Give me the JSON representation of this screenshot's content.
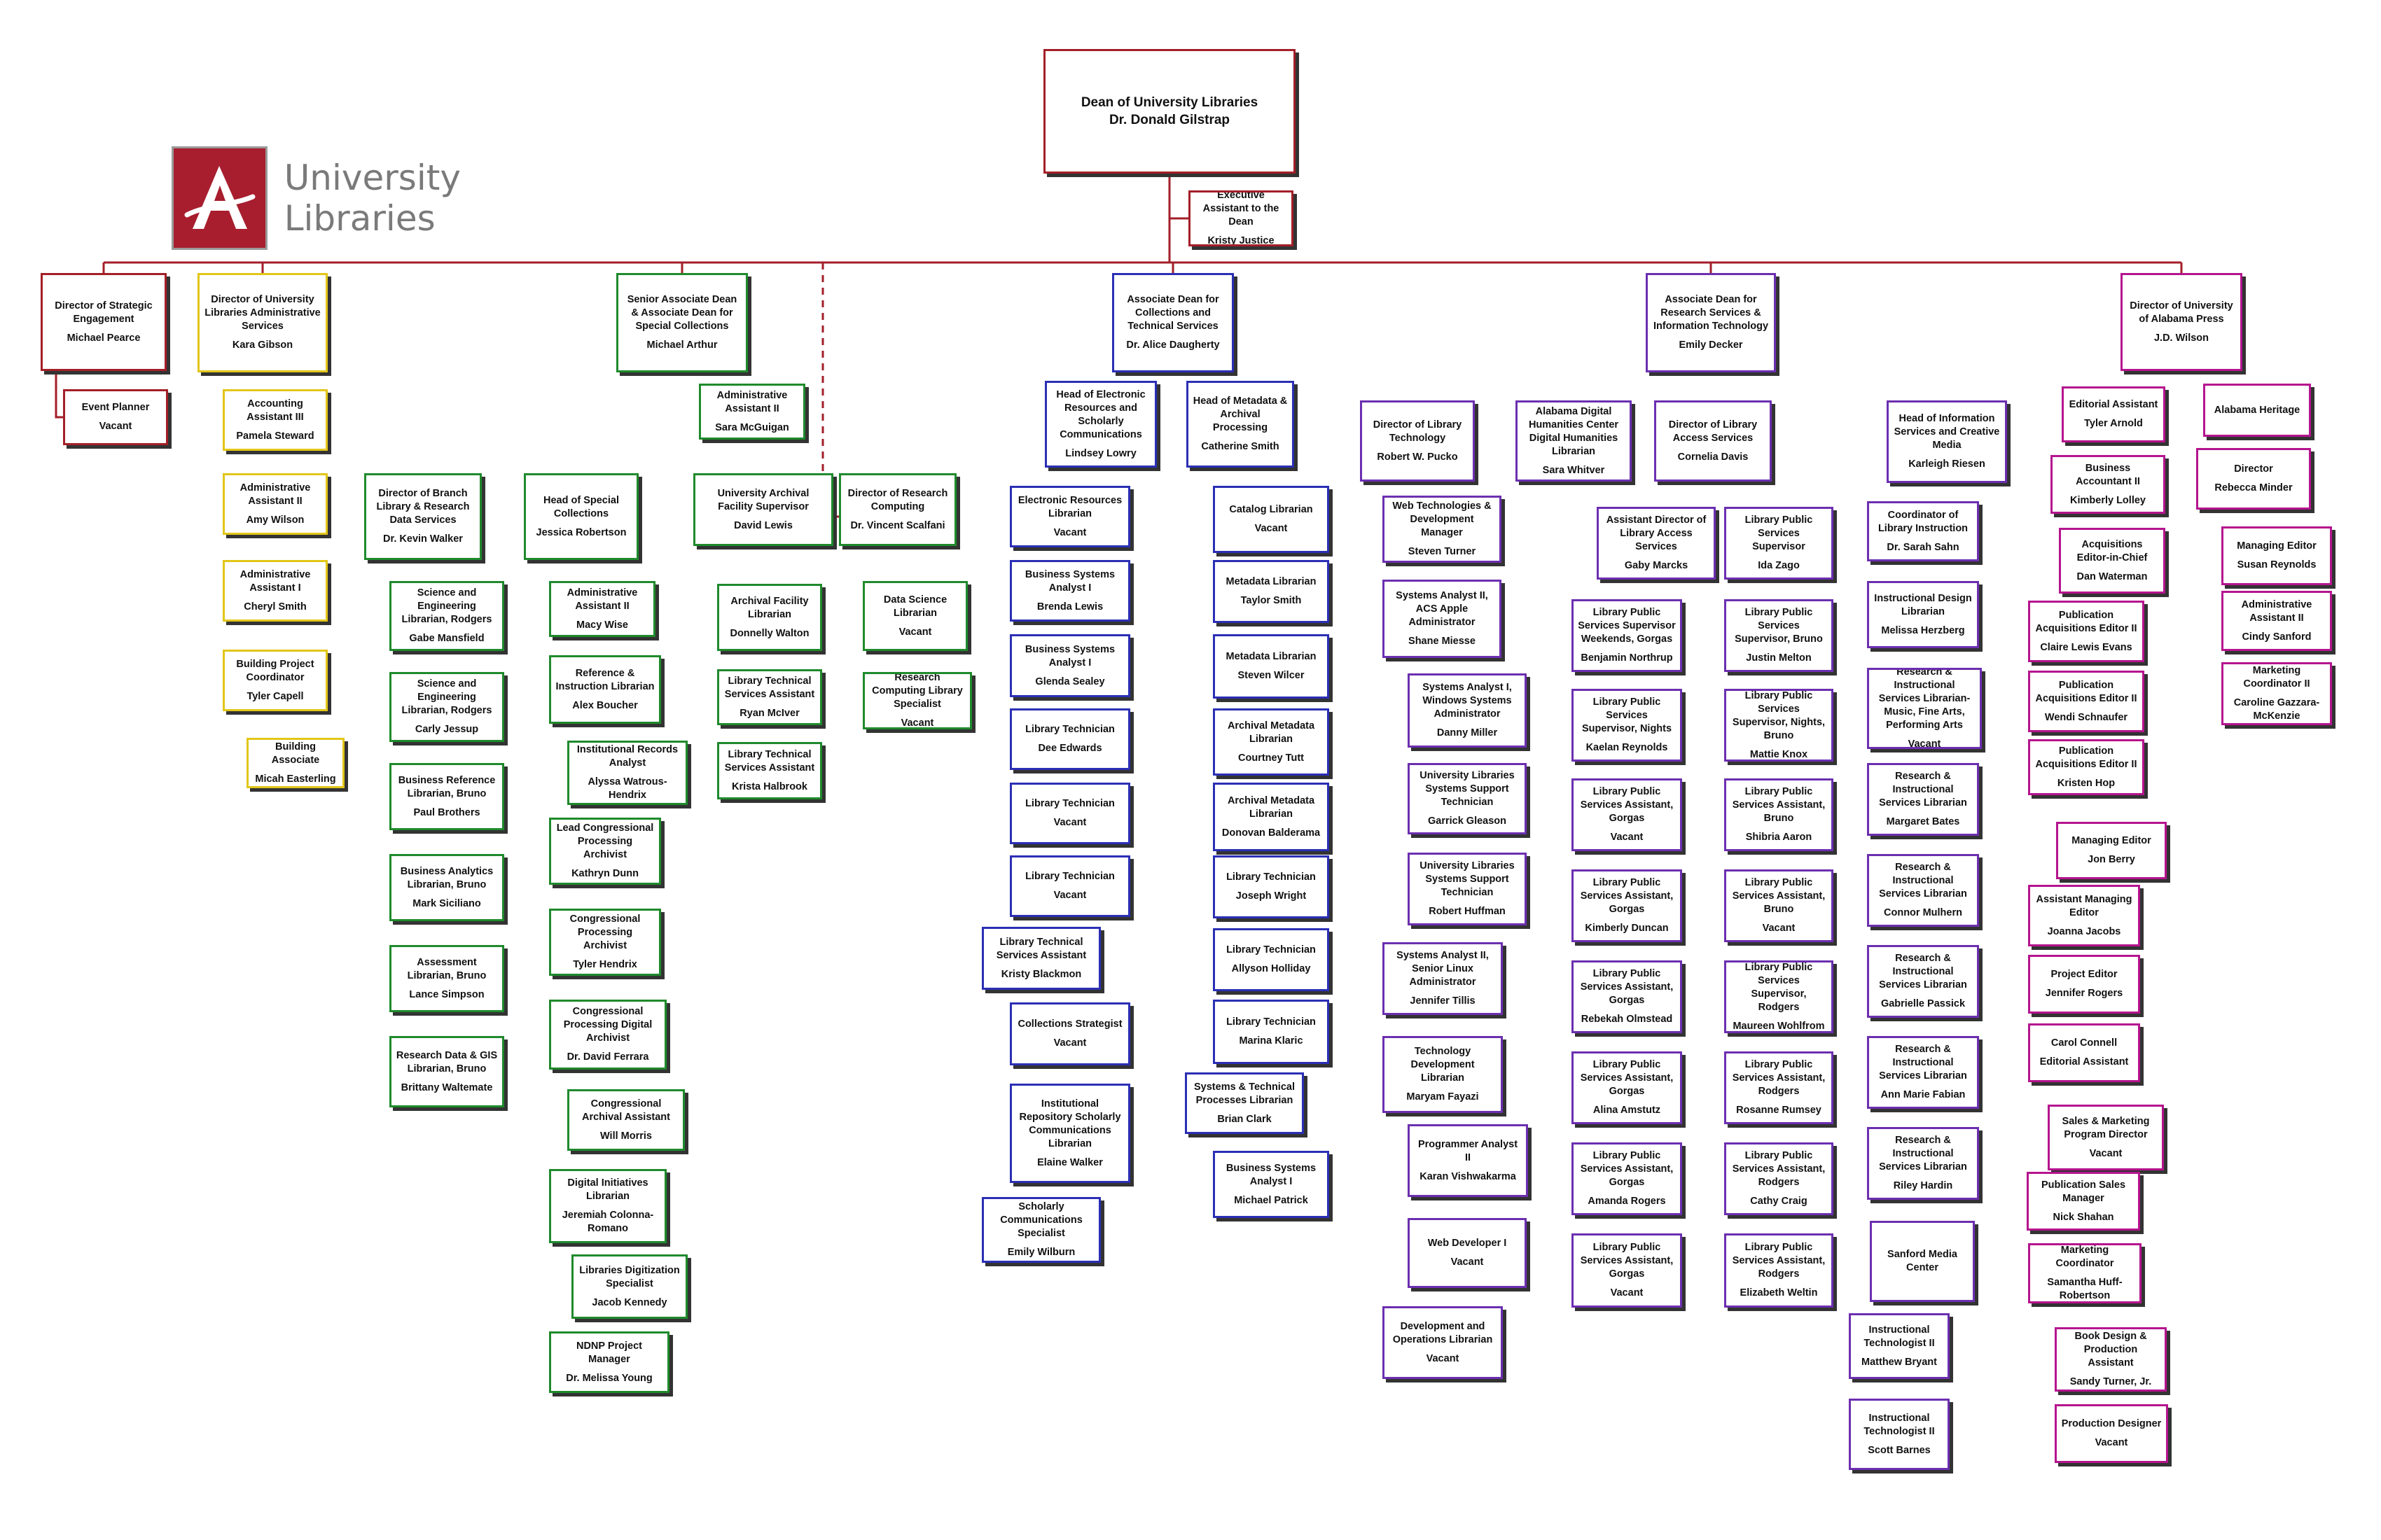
{
  "logo": {
    "text": "University Libraries",
    "icon": "script-a-logo-icon",
    "color": "#a81e2e"
  },
  "colors": {
    "red": "#a31f28",
    "yellow": "#e2c619",
    "green": "#1f8a2c",
    "blue": "#2b2fb4",
    "purple": "#6c2fb0",
    "magenta": "#b5148e"
  },
  "nodes": {
    "dean": {
      "title": "Dean of University Libraries",
      "name": "Dr. Donald Gilstrap"
    },
    "exec_asst": {
      "title": "Executive Assistant to the Dean",
      "name": "Kristy Justice"
    },
    "strat": {
      "title": "Director of Strategic Engagement",
      "name": "Michael Pearce"
    },
    "event": {
      "title": "Event Planner",
      "name": "Vacant"
    },
    "admin_dir": {
      "title": "Director of University Libraries Administrative Services",
      "name": "Kara Gibson"
    },
    "acct3": {
      "title": "Accounting Assistant III",
      "name": "Pamela Steward"
    },
    "aa2_amy": {
      "title": "Administrative Assistant II",
      "name": "Amy Wilson"
    },
    "aa1_cheryl": {
      "title": "Administrative Assistant I",
      "name": "Cheryl Smith"
    },
    "bpc": {
      "title": "Building Project Coordinator",
      "name": "Tyler Capell"
    },
    "bassoc": {
      "title": "Building Associate",
      "name": "Micah Easterling"
    },
    "sad": {
      "title": "Senior Associate Dean & Associate Dean for Special Collections",
      "name": "Michael Arthur"
    },
    "aa2_sara": {
      "title": "Administrative Assistant II",
      "name": "Sara McGuigan"
    },
    "branch": {
      "title": "Director of Branch Library & Research Data Services",
      "name": "Dr. Kevin Walker"
    },
    "sci1": {
      "title": "Science and Engineering Librarian, Rodgers",
      "name": "Gabe Mansfield"
    },
    "sci2": {
      "title": "Science and Engineering Librarian, Rodgers",
      "name": "Carly Jessup"
    },
    "bizref": {
      "title": "Business Reference Librarian, Bruno",
      "name": "Paul Brothers"
    },
    "bizanal": {
      "title": "Business Analytics Librarian, Bruno",
      "name": "Mark Siciliano"
    },
    "assess": {
      "title": "Assessment Librarian, Bruno",
      "name": "Lance Simpson"
    },
    "rdgis": {
      "title": "Research Data & GIS Librarian, Bruno",
      "name": "Brittany Waltemate"
    },
    "spcol": {
      "title": "Head of Special Collections",
      "name": "Jessica Robertson"
    },
    "aa2_macy": {
      "title": "Administrative Assistant II",
      "name": "Macy Wise"
    },
    "refinst": {
      "title": "Reference & Instruction Librarian",
      "name": "Alex Boucher"
    },
    "inst_rec": {
      "title": "Institutional Records Analyst",
      "name": "Alyssa Watrous-Hendrix"
    },
    "lead_cong": {
      "title": "Lead Congressional Processing Archivist",
      "name": "Kathryn Dunn"
    },
    "cong_proc": {
      "title": "Congressional Processing Archivist",
      "name": "Tyler Hendrix"
    },
    "cong_dig": {
      "title": "Congressional Processing Digital Archivist",
      "name": "Dr. David Ferrara"
    },
    "cong_asst": {
      "title": "Congressional Archival Assistant",
      "name": "Will Morris"
    },
    "dig_init": {
      "title": "Digital Initiatives Librarian",
      "name": "Jeremiah Colonna-Romano"
    },
    "lib_dig": {
      "title": "Libraries Digitization Specialist",
      "name": "Jacob Kennedy"
    },
    "ndnp": {
      "title": "NDNP Project Manager",
      "name": "Dr. Melissa Young"
    },
    "uaf": {
      "title": "University Archival Facility Supervisor",
      "name": "David Lewis"
    },
    "af_lib": {
      "title": "Archival Facility Librarian",
      "name": "Donnelly Walton"
    },
    "lts_ryan": {
      "title": "Library Technical Services Assistant",
      "name": "Ryan McIver"
    },
    "lts_krista": {
      "title": "Library Technical Services Assistant",
      "name": "Krista Halbrook"
    },
    "rescomp": {
      "title": "Director of Research Computing",
      "name": "Dr. Vincent Scalfani"
    },
    "dsl": {
      "title": "Data Science Librarian",
      "name": "Vacant"
    },
    "rcls": {
      "title": "Research Computing Library Specialist",
      "name": "Vacant"
    },
    "ad_col": {
      "title": "Associate Dean for Collections and Technical Services",
      "name": "Dr. Alice Daugherty"
    },
    "head_er": {
      "title": "Head of Electronic Resources and Scholarly Communications",
      "name": "Lindsey Lowry"
    },
    "er_lib": {
      "title": "Electronic Resources Librarian",
      "name": "Vacant"
    },
    "bsa_brenda": {
      "title": "Business Systems Analyst I",
      "name": "Brenda Lewis"
    },
    "bsa_glenda": {
      "title": "Business Systems Analyst I",
      "name": "Glenda Sealey"
    },
    "lt_dee": {
      "title": "Library Technician",
      "name": "Dee Edwards"
    },
    "lt_v1": {
      "title": "Library Technician",
      "name": "Vacant"
    },
    "lt_v2": {
      "title": "Library Technician",
      "name": "Vacant"
    },
    "ltsa_kristy": {
      "title": "Library Technical Services Assistant",
      "name": "Kristy Blackmon"
    },
    "col_strat": {
      "title": "Collections Strategist",
      "name": "Vacant"
    },
    "irsc": {
      "title": "Institutional Repository Scholarly Communications Librarian",
      "name": "Elaine Walker"
    },
    "scs": {
      "title": "Scholarly Communications Specialist",
      "name": "Emily Wilburn"
    },
    "head_meta": {
      "title": "Head of Metadata & Archival Processing",
      "name": "Catherine Smith"
    },
    "catalog": {
      "title": "Catalog Librarian",
      "name": "Vacant"
    },
    "meta_lib": {
      "title": "Metadata Librarian",
      "name": "Taylor Smith"
    },
    "meta_lib2": {
      "title": "Metadata Librarian",
      "name": "Steven Wilcer"
    },
    "arch_meta1": {
      "title": "Archival Metadata Librarian",
      "name": "Courtney Tutt"
    },
    "arch_meta2": {
      "title": "Archival Metadata Librarian",
      "name": "Donovan Balderama"
    },
    "lt_joseph": {
      "title": "Library Technician",
      "name": "Joseph Wright"
    },
    "lt_allyson": {
      "title": "Library Technician",
      "name": "Allyson Holliday"
    },
    "lt_marina": {
      "title": "Library Technician",
      "name": "Marina Klaric"
    },
    "sys_tech": {
      "title": "Systems & Technical Processes Librarian",
      "name": "Brian Clark"
    },
    "bsa_michael": {
      "title": "Business Systems Analyst I",
      "name": "Michael Patrick"
    },
    "ad_rsit": {
      "title": "Associate Dean for Research Services & Information Technology",
      "name": "Emily Decker"
    },
    "dir_tech": {
      "title": "Director of Library Technology",
      "name": "Robert W. Pucko"
    },
    "webdev_mgr": {
      "title": "Web Technologies & Development Manager",
      "name": "Steven Turner"
    },
    "sa2_acs": {
      "title": "Systems Analyst II, ACS Apple Administrator",
      "name": "Shane Miesse"
    },
    "sa1_win": {
      "title": "Systems Analyst I, Windows Systems Administrator",
      "name": "Danny Miller"
    },
    "ulst1": {
      "title": "University Libraries Systems Support Technician",
      "name": "Garrick Gleason"
    },
    "ulst2": {
      "title": "University Libraries Systems Support Technician",
      "name": "Robert Huffman"
    },
    "sa2_linux": {
      "title": "Systems Analyst II, Senior Linux Administrator",
      "name": "Jennifer Tillis"
    },
    "tech_dev": {
      "title": "Technology Development Librarian",
      "name": "Maryam Fayazi"
    },
    "prog2": {
      "title": "Programmer Analyst II",
      "name": "Karan Vishwakarma"
    },
    "webdev1": {
      "title": "Web Developer I",
      "name": "Vacant"
    },
    "devops": {
      "title": "Development and Operations Librarian",
      "name": "Vacant"
    },
    "adhc": {
      "title": "Alabama Digital Humanities Center Digital Humanities Librarian",
      "name": "Sara Whitver"
    },
    "dir_access": {
      "title": "Director of Library Access Services",
      "name": "Cornelia Davis"
    },
    "asst_dir_access": {
      "title": "Assistant Director of Library Access Services",
      "name": "Gaby Marcks"
    },
    "lpss_weekends": {
      "title": "Library Public Services Supervisor Weekends, Gorgas",
      "name": "Benjamin Northrup"
    },
    "lpss_nights": {
      "title": "Library Public Services Supervisor, Nights",
      "name": "Kaelan Reynolds"
    },
    "lpsa_g1": {
      "title": "Library Public Services Assistant, Gorgas",
      "name": "Vacant"
    },
    "lpsa_g2": {
      "title": "Library Public Services Assistant, Gorgas",
      "name": "Kimberly Duncan"
    },
    "lpsa_g3": {
      "title": "Library Public Services Assistant, Gorgas",
      "name": "Rebekah Olmstead"
    },
    "lpsa_g4": {
      "title": "Library Public Services Assistant, Gorgas",
      "name": "Alina Amstutz"
    },
    "lpsa_g5": {
      "title": "Library Public Services Assistant, Gorgas",
      "name": "Amanda Rogers"
    },
    "lpsa_g6": {
      "title": "Library Public Services Assistant, Gorgas",
      "name": "Vacant"
    },
    "lpss_ida": {
      "title": "Library Public Services Supervisor",
      "name": "Ida Zago"
    },
    "lpss_bruno": {
      "title": "Library Public Services Supervisor, Bruno",
      "name": "Justin Melton"
    },
    "lpss_nights_bruno": {
      "title": "Library Public Services Supervisor, Nights, Bruno",
      "name": "Mattie Knox"
    },
    "lpsa_b1": {
      "title": "Library Public Services Assistant, Bruno",
      "name": "Shibria Aaron"
    },
    "lpsa_b2": {
      "title": "Library Public Services Assistant, Bruno",
      "name": "Vacant"
    },
    "lpss_rodgers": {
      "title": "Library Public Services Supervisor, Rodgers",
      "name": "Maureen Wohlfrom"
    },
    "lpsa_r1": {
      "title": "Library Public Services Assistant, Rodgers",
      "name": "Rosanne Rumsey"
    },
    "lpsa_r2": {
      "title": "Library Public Services Assistant, Rodgers",
      "name": "Cathy Craig"
    },
    "lpsa_r3": {
      "title": "Library Public Services Assistant, Rodgers",
      "name": "Elizabeth Weltin"
    },
    "head_info": {
      "title": "Head of Information Services and Creative Media",
      "name": "Karleigh Riesen"
    },
    "coord_inst": {
      "title": "Coordinator of Library Instruction",
      "name": "Dr. Sarah Sahn"
    },
    "inst_design": {
      "title": "Instructional Design Librarian",
      "name": "Melissa Herzberg"
    },
    "risl_music": {
      "title": "Research & Instructional Services Librarian- Music, Fine Arts, Performing Arts",
      "name": "Vacant"
    },
    "risl1": {
      "title": "Research & Instructional Services Librarian",
      "name": "Margaret Bates"
    },
    "risl2": {
      "title": "Research & Instructional Services Librarian",
      "name": "Connor Mulhern"
    },
    "risl3": {
      "title": "Research & Instructional Services Librarian",
      "name": "Gabrielle Passick"
    },
    "risl4": {
      "title": "Research & Instructional Services Librarian",
      "name": "Ann Marie Fabian"
    },
    "risl5": {
      "title": "Research & Instructional Services Librarian",
      "name": "Riley Hardin"
    },
    "sanford": {
      "title": "Sanford Media Center",
      "name": ""
    },
    "it2_matthew": {
      "title": "Instructional Technologist II",
      "name": "Matthew Bryant"
    },
    "it2_scott": {
      "title": "Instructional Technologist II",
      "name": "Scott Barnes"
    },
    "press_dir": {
      "title": "Director of University of Alabama Press",
      "name": "J.D. Wilson"
    },
    "ed_asst": {
      "title": "Editorial Assistant",
      "name": "Tyler Arnold"
    },
    "bus_acct": {
      "title": "Business Accountant II",
      "name": "Kimberly Lolley"
    },
    "acq_eic": {
      "title": "Acquisitions Editor-in-Chief",
      "name": "Dan Waterman"
    },
    "pae1": {
      "title": "Publication Acquisitions Editor II",
      "name": "Claire Lewis Evans"
    },
    "pae2": {
      "title": "Publication Acquisitions Editor II",
      "name": "Wendi Schnaufer"
    },
    "pae3": {
      "title": "Publication Acquisitions Editor II",
      "name": "Kristen Hop"
    },
    "man_ed_jon": {
      "title": "Managing Editor",
      "name": "Jon Berry"
    },
    "asst_man_ed": {
      "title": "Assistant Managing Editor",
      "name": "Joanna Jacobs"
    },
    "proj_ed": {
      "title": "Project Editor",
      "name": "Jennifer Rogers"
    },
    "carol": {
      "title": "Carol Connell",
      "name": "Editorial Assistant"
    },
    "smpd": {
      "title": "Sales & Marketing Program Director",
      "name": "Vacant"
    },
    "pub_sales": {
      "title": "Publication Sales Manager",
      "name": "Nick Shahan"
    },
    "mkt_coord": {
      "title": "Marketing Coordinator",
      "name": "Samantha Huff-Robertson"
    },
    "book_design": {
      "title": "Book Design & Production Assistant",
      "name": "Sandy Turner, Jr."
    },
    "prod_design": {
      "title": "Production Designer",
      "name": "Vacant"
    },
    "al_heritage": {
      "title": "Alabama Heritage",
      "name": ""
    },
    "director_rebecca": {
      "title": "Director",
      "name": "Rebecca Minder"
    },
    "man_ed_susan": {
      "title": "Managing Editor",
      "name": "Susan Reynolds"
    },
    "aa2_cindy": {
      "title": "Administrative Assistant II",
      "name": "Cindy Sanford"
    },
    "mkt_coord2": {
      "title": "Marketing Coordinator II",
      "name": "Caroline Gazzara-McKenzie"
    }
  }
}
